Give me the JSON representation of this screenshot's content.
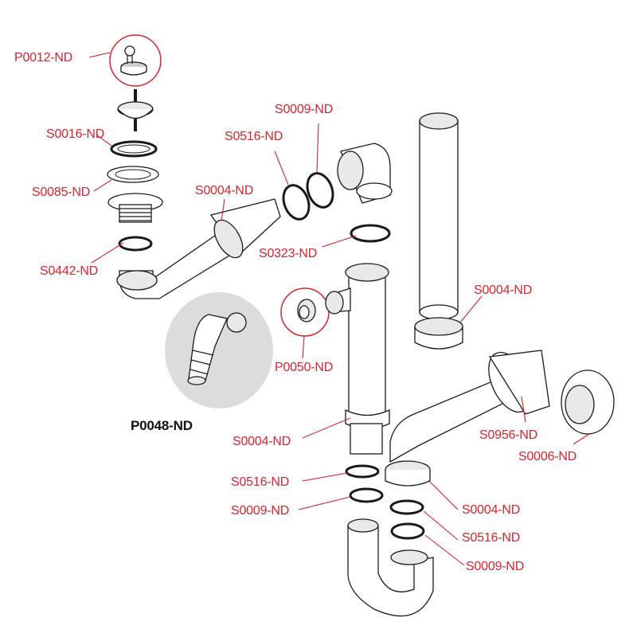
{
  "labels": {
    "p0012": "P0012-ND",
    "s0016": "S0016-ND",
    "s0085": "S0085-ND",
    "s0442": "S0442-ND",
    "s0004_top": "S0004-ND",
    "s0516_top": "S0516-ND",
    "s0009_top": "S0009-ND",
    "s0323": "S0323-ND",
    "p0050": "P0050-ND",
    "s0004_right": "S0004-ND",
    "p0048": "P0048-ND",
    "s0004_mid": "S0004-ND",
    "s0956": "S0956-ND",
    "s0006": "S0006-ND",
    "s0516_mid": "S0516-ND",
    "s0009_mid": "S0009-ND",
    "s0004_low": "S0004-ND",
    "s0516_low": "S0516-ND",
    "s0009_low": "S0009-ND"
  },
  "colors": {
    "label_red": "#d9232e",
    "label_black": "#111111",
    "highlight_bg": "#dcdcdc",
    "outline": "#1a1a1a"
  }
}
